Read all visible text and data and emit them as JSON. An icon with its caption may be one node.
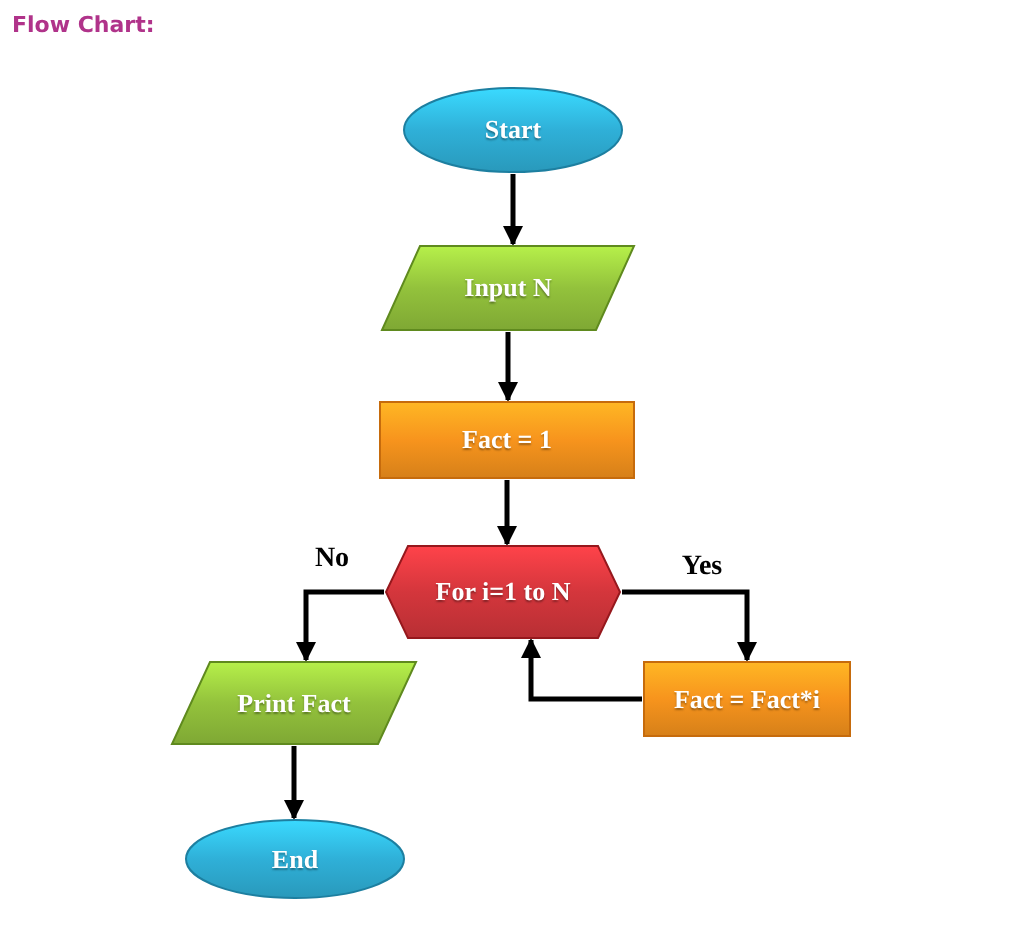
{
  "diagram": {
    "title": "Flow Chart:",
    "nodes": [
      {
        "text": [
          "Start"
        ]
      },
      {
        "text": [
          "Input N"
        ]
      },
      {
        "text": [
          "Fact = 1"
        ]
      },
      {
        "text": [
          "For i=1 to N"
        ]
      },
      {
        "text": [
          "Print Fact"
        ]
      },
      {
        "text": [
          "Fact = Fact*i"
        ]
      },
      {
        "text": [
          "End"
        ]
      }
    ],
    "edges": [
      {
        "from": 0,
        "to": 1,
        "arrow": "to"
      },
      {
        "from": 1,
        "to": 2,
        "arrow": "to"
      },
      {
        "from": 2,
        "to": 3,
        "arrow": "to"
      },
      {
        "from": 3,
        "to": 4,
        "arrow": "to",
        "label": "No"
      },
      {
        "from": 3,
        "to": 5,
        "arrow": "to",
        "label": "Yes"
      },
      {
        "from": 5,
        "to": 3,
        "arrow": "to"
      },
      {
        "from": 4,
        "to": 6,
        "arrow": "to"
      }
    ]
  }
}
